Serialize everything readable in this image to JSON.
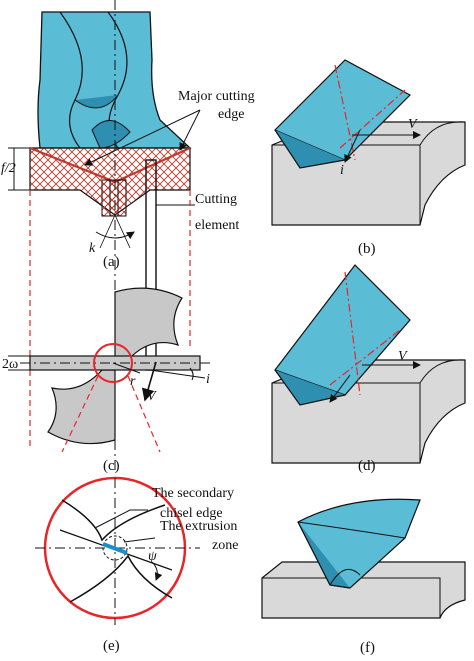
{
  "panels": {
    "a": {
      "caption": "(a)"
    },
    "b": {
      "caption": "(b)"
    },
    "c": {
      "caption": "(c)"
    },
    "d": {
      "caption": "(d)"
    },
    "e": {
      "caption": "(e)"
    },
    "f": {
      "caption": "(f)"
    }
  },
  "labels": {
    "major_cutting_edge_line1": "Major cutting",
    "major_cutting_edge_line2": "edge",
    "half_feed": "f/2",
    "cutting_element_line1": "Cutting",
    "cutting_element_line2": "element",
    "angle_k": "k",
    "web_thickness": "2ω",
    "radius_r": "r",
    "inclination_i": "i",
    "velocity_V": "V",
    "secondary_chisel_line1": "The secondary",
    "secondary_chisel_line2": "chisel edge",
    "extrusion_zone_line1": "The extrusion",
    "extrusion_zone_line2": "zone",
    "angle_psi": "ψ"
  },
  "colors": {
    "drill_blue": "#5bbcd6",
    "drill_blue_dark": "#2f8fb0",
    "block_grey": "#d9d9d9",
    "web_grey": "#c8c8c8",
    "highlight_red": "#e8262a",
    "hatch_red": "#c0392b",
    "extrusion_blue": "#1a8fd0"
  }
}
